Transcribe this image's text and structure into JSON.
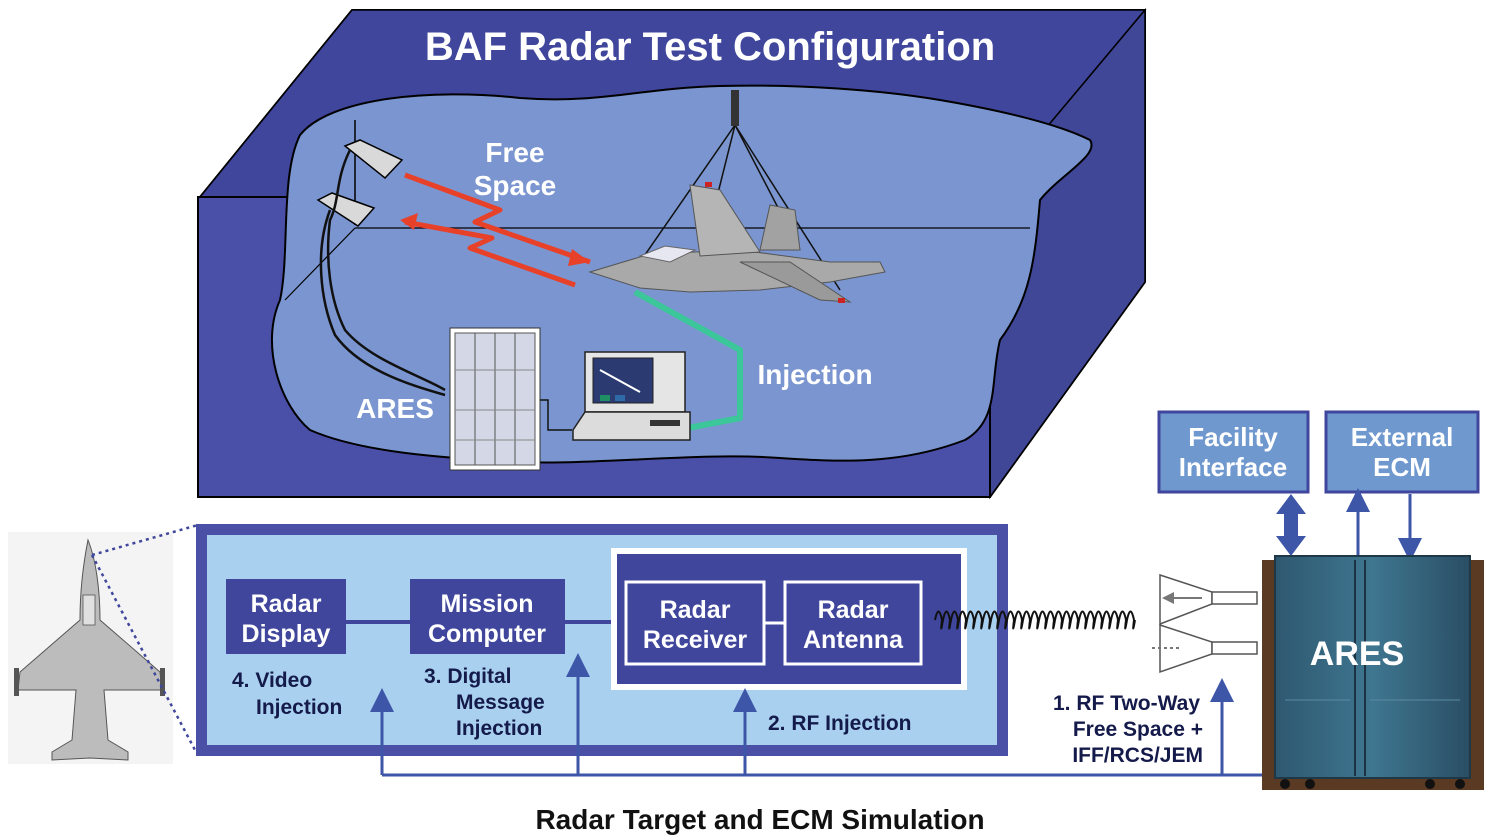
{
  "title": "BAF Radar Test Configuration",
  "top_labels": {
    "free_space_1": "Free",
    "free_space_2": "Space",
    "injection": "Injection",
    "ares": "ARES"
  },
  "boxes": {
    "facility_interface_1": "Facility",
    "facility_interface_2": "Interface",
    "external_ecm_1": "External",
    "external_ecm_2": "ECM",
    "radar_display_1": "Radar",
    "radar_display_2": "Display",
    "mission_computer_1": "Mission",
    "mission_computer_2": "Computer",
    "radar_receiver_1": "Radar",
    "radar_receiver_2": "Receiver",
    "radar_antenna_1": "Radar",
    "radar_antenna_2": "Antenna",
    "ares_cabinet": "ARES"
  },
  "injection_labels": {
    "video_1": "4. Video",
    "video_2": "Injection",
    "digital_1": "3. Digital",
    "digital_2": "Message",
    "digital_3": "Injection",
    "rf": "2.  RF Injection",
    "free_space_1": "1. RF Two-Way",
    "free_space_2": "Free Space +",
    "free_space_3": "IFF/RCS/JEM"
  },
  "caption": "Radar Target and ECM Simulation",
  "colors": {
    "room_dark": "#3f469c",
    "room_mid": "#4c52ad",
    "room_light": "#7a95cf",
    "box_fill": "#3f469c",
    "system_bg": "#a9d1ef",
    "system_border": "#4a50a6",
    "small_box": "#6f98cf",
    "arrow": "#3e56a8",
    "red_beam": "#e8412a",
    "green_link": "#3cc79a"
  }
}
